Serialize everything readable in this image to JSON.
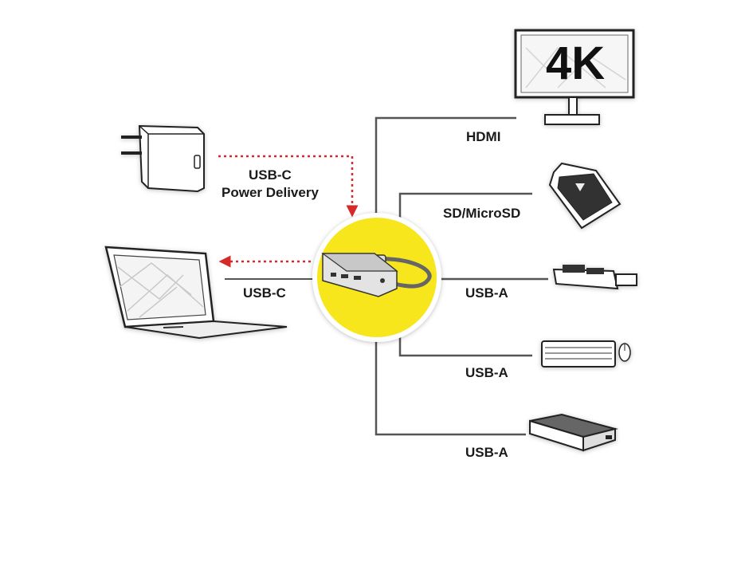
{
  "monitor": {
    "screen_text": "4K"
  },
  "labels": {
    "hdmi": "HDMI",
    "sd": "SD/MicroSD",
    "usba_1": "USB-A",
    "usba_2": "USB-A",
    "usba_3": "USB-A",
    "usbc_laptop": "USB-C",
    "power_line1": "USB-C",
    "power_line2": "Power Delivery"
  },
  "colors": {
    "hub_circle": "#f7e61f",
    "arrow": "#d42a2a",
    "line": "#555555",
    "outline": "#222222"
  }
}
